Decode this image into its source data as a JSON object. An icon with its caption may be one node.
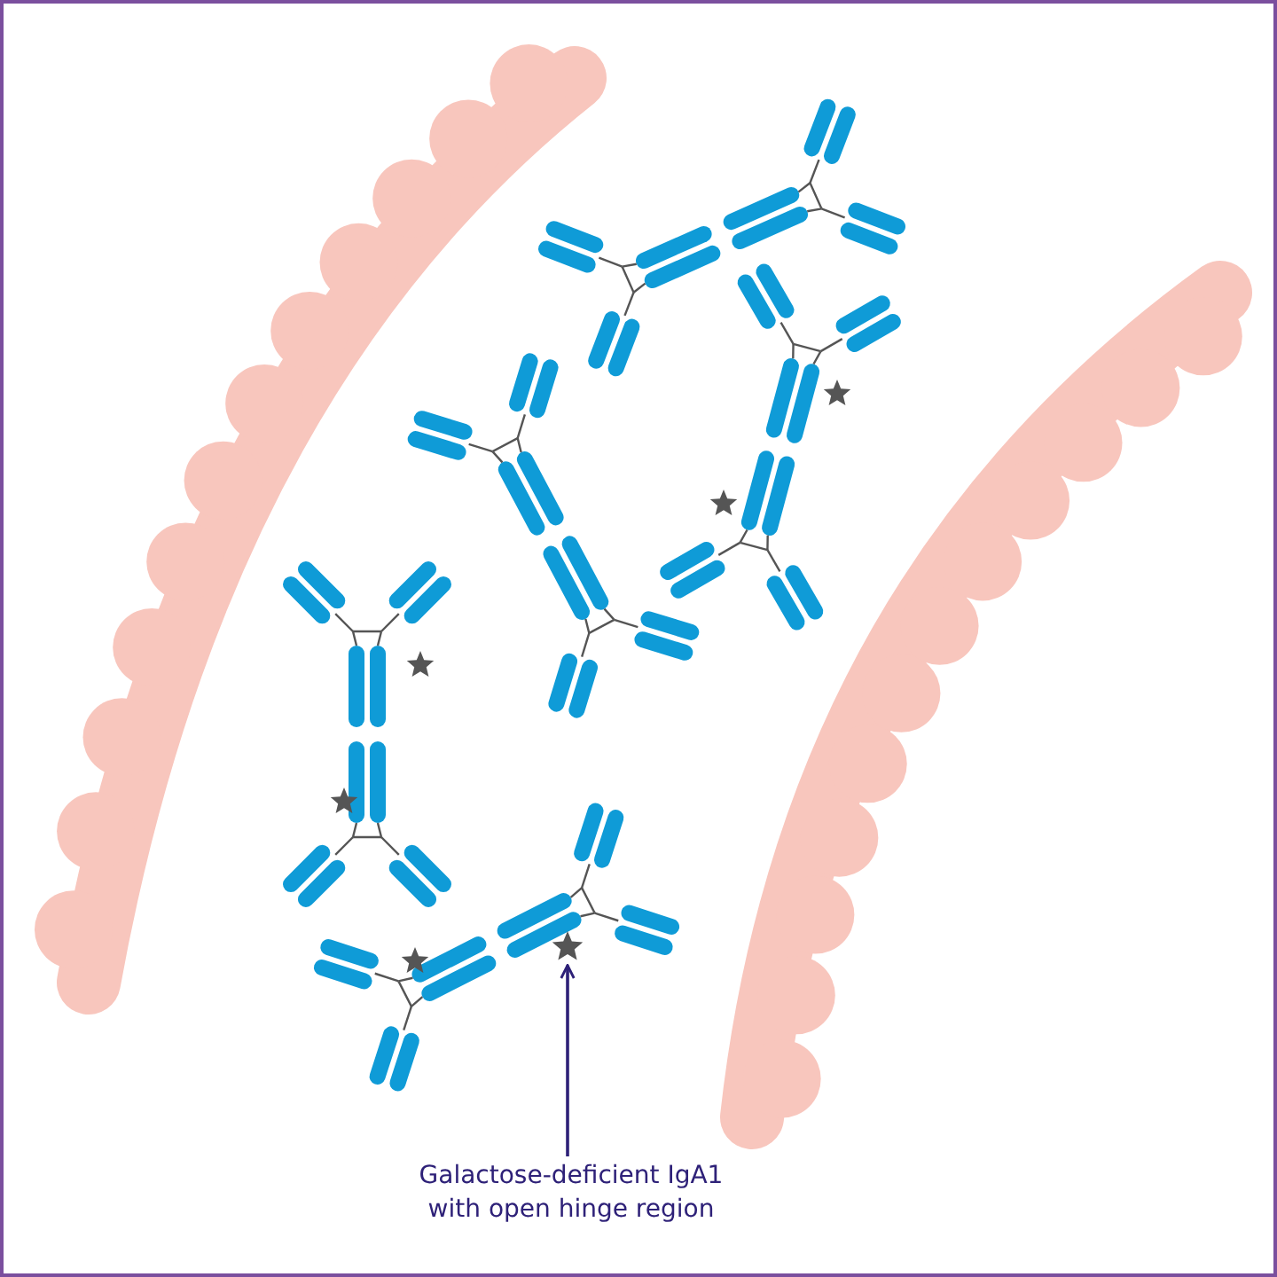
{
  "diagram": {
    "nodes": [
      {
        "text": [
          "Galactose-deficient IgA1 with open hinge region"
        ]
      },
      {
        "text": [],
        "shape": "star"
      }
    ],
    "edges": [
      {
        "from": 0,
        "to": 1,
        "arrow": "to"
      }
    ]
  }
}
